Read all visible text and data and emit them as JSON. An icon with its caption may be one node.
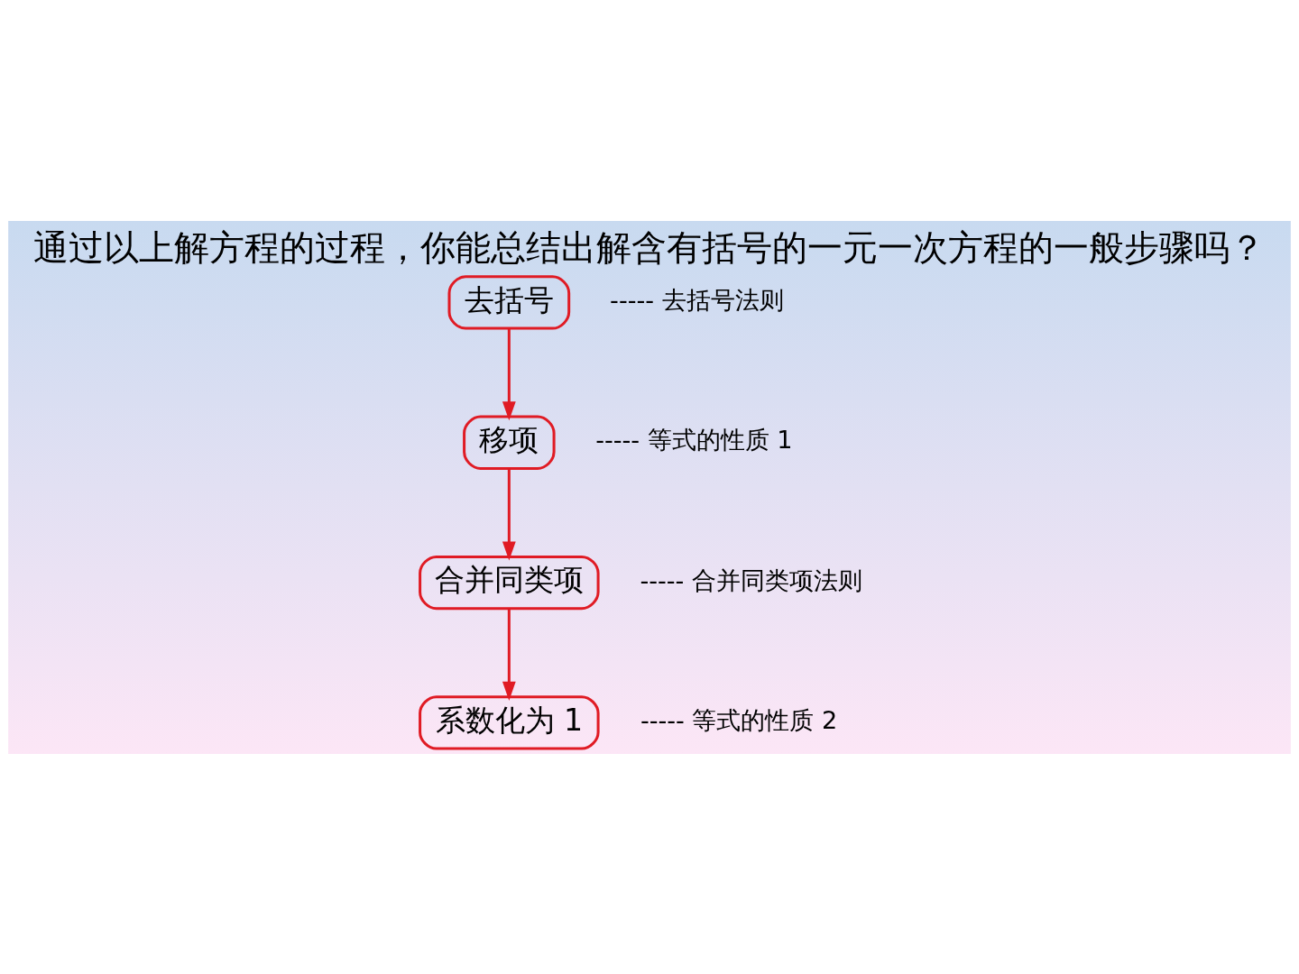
{
  "diagram": {
    "title": "通过以上解方程的过程，你能总结出解含有括号的一元一次方程的一般步骤吗？",
    "nodes": [
      {
        "text": [
          "去括号"
        ],
        "beside": [
          "----- 去括号法则"
        ]
      },
      {
        "text": [
          "移项"
        ],
        "beside": [
          "----- 等式的性质 1"
        ]
      },
      {
        "text": [
          "合并同类项"
        ],
        "beside": [
          "----- 合并同类项法则"
        ]
      },
      {
        "text": [
          "系数化为 1"
        ],
        "beside": [
          "----- 等式的性质 2"
        ]
      }
    ],
    "edges": [
      {
        "from": 0,
        "to": 1,
        "arrow": "to"
      },
      {
        "from": 1,
        "to": 2,
        "arrow": "to"
      },
      {
        "from": 2,
        "to": 3,
        "arrow": "to"
      }
    ]
  }
}
